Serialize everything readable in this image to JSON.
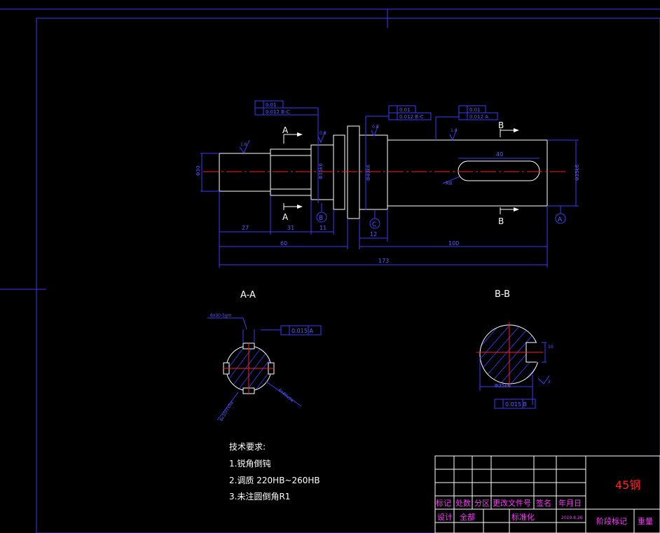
{
  "colors": {
    "background": "#000000",
    "outline": "#ffffff",
    "dimension": "#3a3aff",
    "center": "#ff2020",
    "title_text": "#ff33ff"
  },
  "section_labels": {
    "a_arrow": "A",
    "b_arrow": "B",
    "view_a": "A-A",
    "view_b": "B-B"
  },
  "datums": {
    "a": "A",
    "b": "B",
    "c": "C"
  },
  "shaft_dims": {
    "d_left": "Φ30",
    "d_spline": "Φ35k6",
    "d_collar": "Φ40k6",
    "d_right": "Φ35k6",
    "len_27": "27",
    "len_31": "31",
    "len_11": "11",
    "len_12": "12",
    "len_60": "60",
    "len_100": "100",
    "len_173": "173",
    "key_40": "40",
    "key_8": "R8"
  },
  "roughness": {
    "r1": "1.6",
    "r2": "0.8",
    "r3": "0.8",
    "r4": "1.6",
    "r5": "3.2"
  },
  "tolerances": {
    "t1_a": "0.01",
    "t1_b": "0.012 B-C",
    "t2_a": "0.01",
    "t2_b": "0.012 B-C",
    "t3_a": "0.01",
    "t3_b": "0.012 A",
    "aa_frame": "0.015 A",
    "bb_frame": "0.015 B"
  },
  "aa_dims": {
    "spline": "6x30-5gm",
    "note_l": "8x35f7x0a",
    "note_r": "6x40x0a"
  },
  "bb_dims": {
    "dia": "Φ35k6",
    "w": "10",
    "depth": "3"
  },
  "notes": {
    "heading": "技术要求:",
    "items": [
      "1.锐角倒钝",
      "2.调质 220HB~260HB",
      "3.未注圆倒角R1"
    ]
  },
  "title_block": {
    "material": "45钢",
    "row_labels": [
      "标记",
      "处数",
      "分区",
      "更改文件号",
      "签名",
      "年月日"
    ],
    "row2_labels": [
      "设计",
      "全部",
      "标准化",
      "",
      "阶段标记",
      "重量"
    ],
    "small": "2019.8.26"
  }
}
